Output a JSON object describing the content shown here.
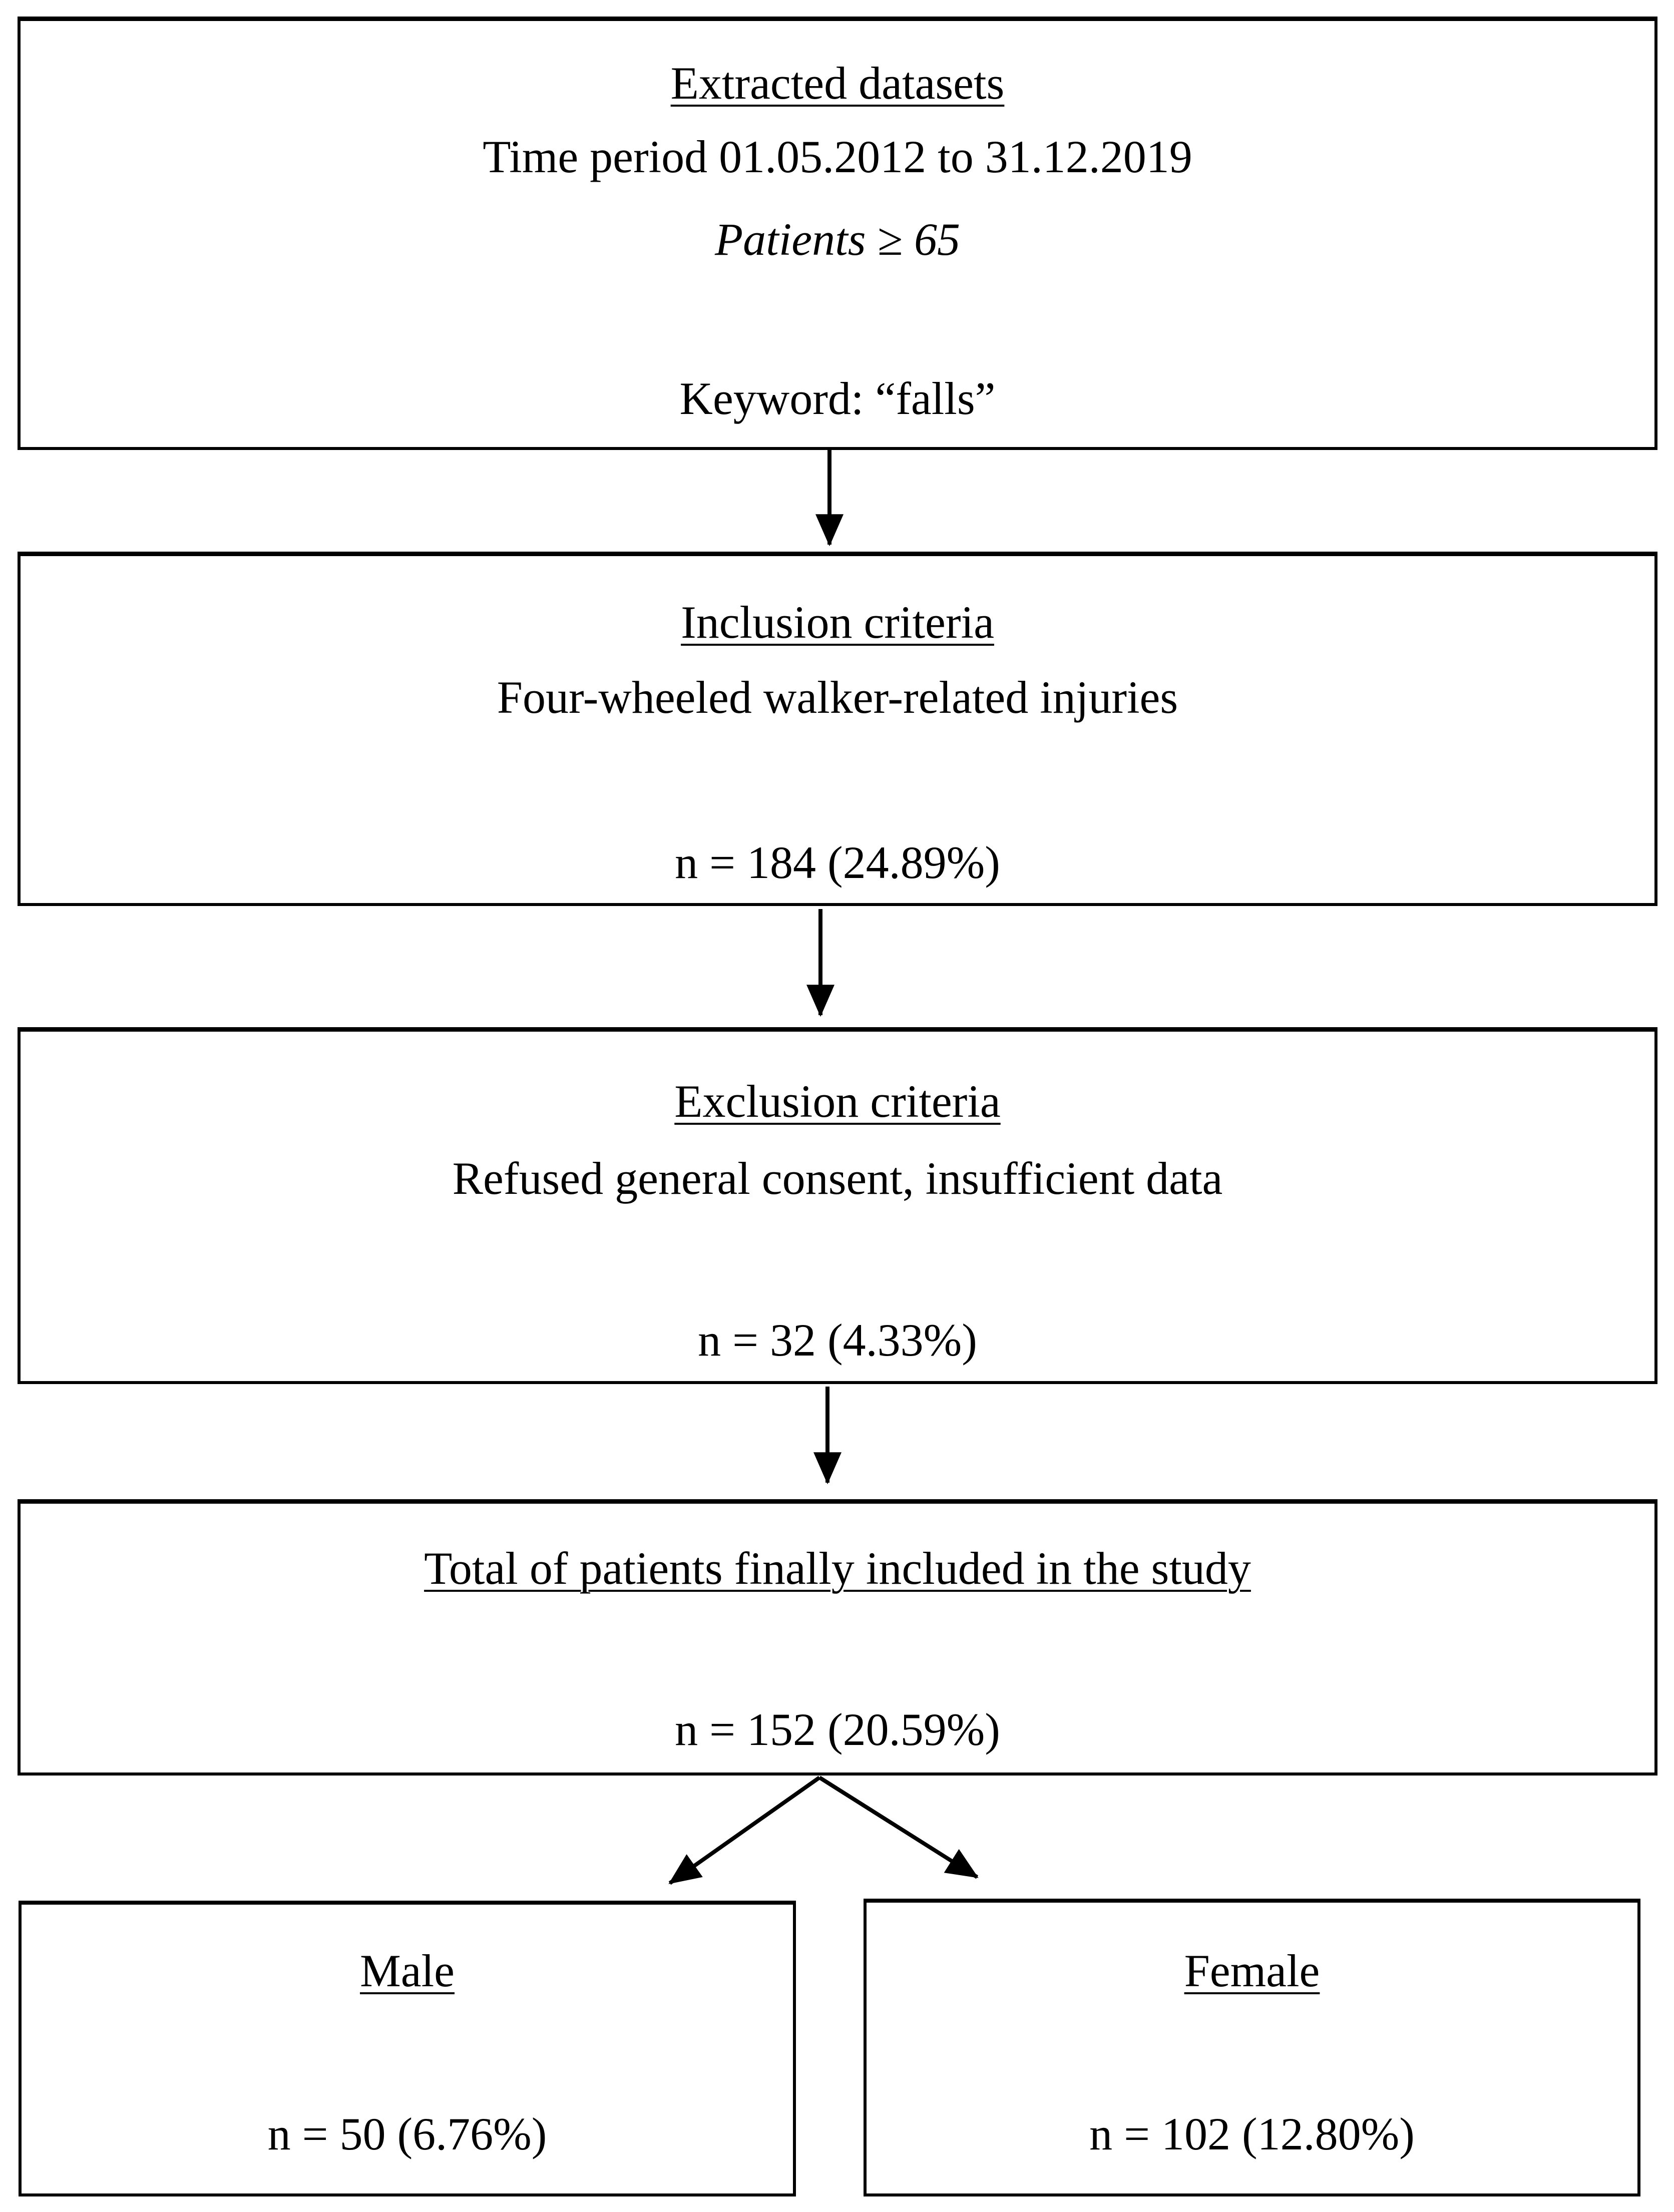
{
  "figure": {
    "type": "flowchart",
    "background_color": "#ffffff",
    "line_color": "#000000",
    "text_color": "#000000"
  },
  "boxes": {
    "extracted": {
      "title": "Extracted datasets",
      "time_period": "Time period 01.05.2012 to 31.12.2019",
      "patients": "Patients ≥ 65",
      "keyword": "Keyword: “falls”"
    },
    "inclusion": {
      "title": "Inclusion criteria",
      "description": "Four-wheeled walker-related injuries",
      "count": "n = 184 (24.89%)"
    },
    "exclusion": {
      "title": "Exclusion criteria",
      "description": "Refused general consent, insufficient data",
      "count": "n = 32 (4.33%)"
    },
    "total": {
      "title": "Total of patients finally included in the study",
      "count": "n = 152 (20.59%)"
    },
    "male": {
      "title": "Male",
      "count": "n = 50 (6.76%)"
    },
    "female": {
      "title": "Female",
      "count": "n = 102 (12.80%)"
    }
  }
}
